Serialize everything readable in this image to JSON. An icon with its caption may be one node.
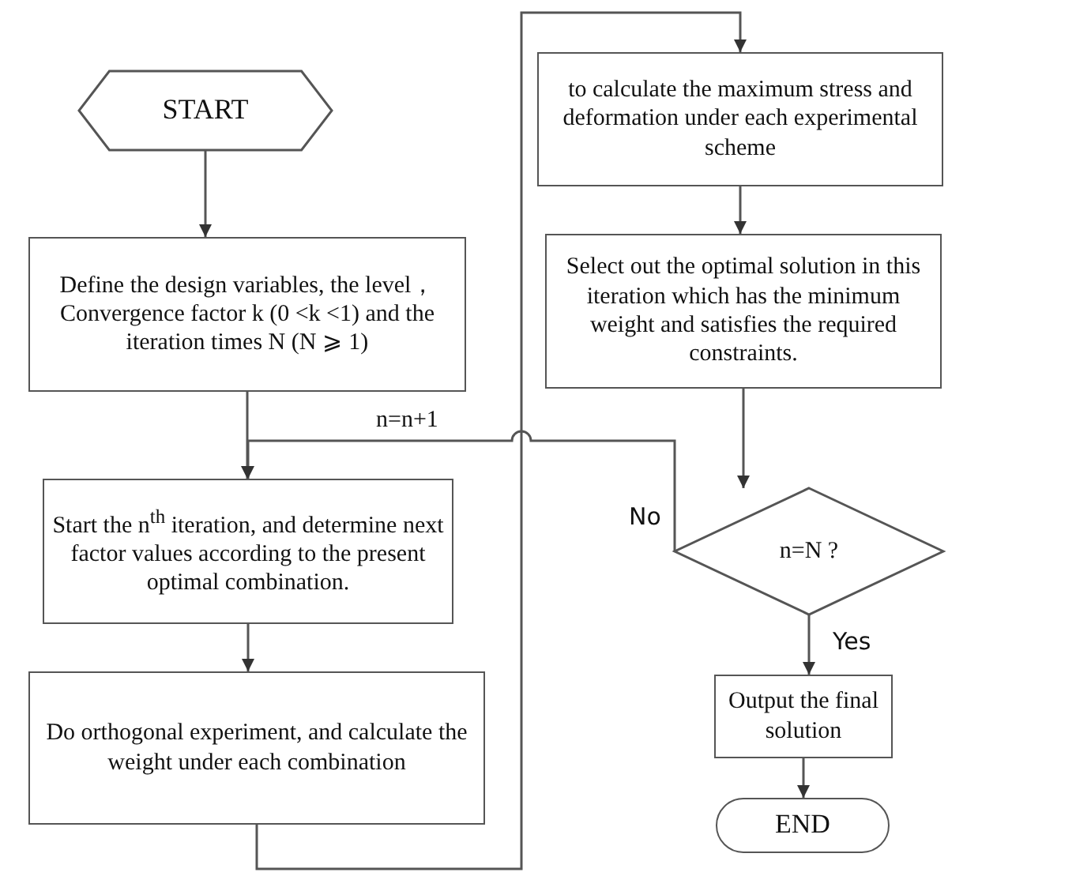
{
  "diagram": {
    "nodes": [
      {
        "text": [
          "START"
        ]
      },
      {
        "text": [
          "Define the design variables, the level， Convergence factor k (0 <k <1) and the iteration times N (N ⩾ 1)"
        ]
      },
      {
        "text": [
          "Start the n$^{th}$ iteration, and determine next factor values according to the present optimal combination."
        ]
      },
      {
        "text": [
          "Do orthogonal experiment, and calculate the weight under each combination"
        ]
      },
      {
        "text": [
          "to calculate the maximum stress and deformation under each experimental scheme"
        ]
      },
      {
        "text": [
          "Select out the optimal solution in this iteration which has the minimum weight and satisfies the required constraints."
        ]
      },
      {
        "text": [
          "n=N ?"
        ]
      },
      {
        "text": [
          "Output the final solution"
        ]
      },
      {
        "text": [
          "END"
        ]
      }
    ],
    "edges": [
      {
        "from": 0,
        "to": 1,
        "arrow": "to"
      },
      {
        "from": 1,
        "to": 2,
        "arrow": "to"
      },
      {
        "from": 2,
        "to": 3,
        "arrow": "to"
      },
      {
        "from": 3,
        "to": 4,
        "arrow": "to"
      },
      {
        "from": 4,
        "to": 5,
        "arrow": "to"
      },
      {
        "from": 5,
        "to": 6,
        "arrow": "to"
      },
      {
        "from": 6,
        "to": 7,
        "arrow": "to",
        "label": "Yes"
      },
      {
        "from": 7,
        "to": 8,
        "arrow": "to"
      },
      {
        "from": 6,
        "to": 2,
        "arrow": "to",
        "label": "No"
      }
    ],
    "labels": [
      "n=n+1"
    ]
  }
}
